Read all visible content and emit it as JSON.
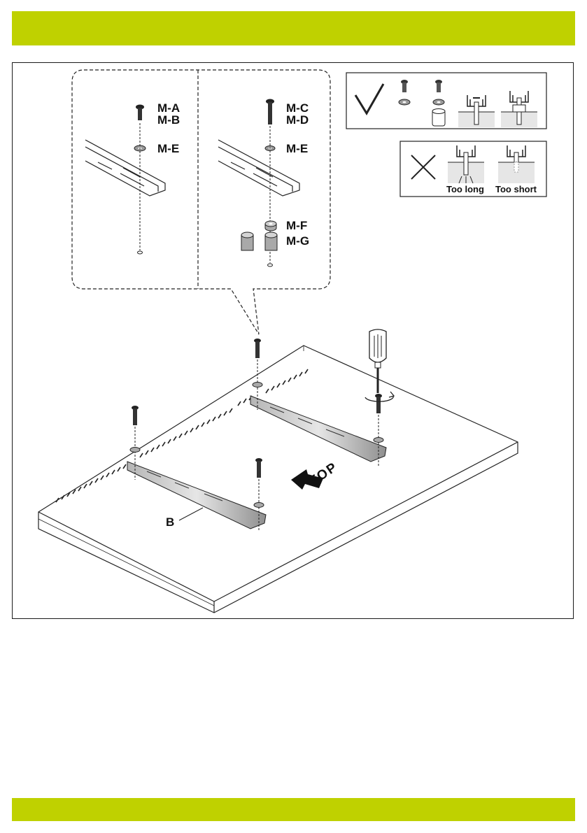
{
  "labels": {
    "m_a": "M-A",
    "m_b": "M-B",
    "m_e_left": "M-E",
    "m_c": "M-C",
    "m_d": "M-D",
    "m_e_right": "M-E",
    "m_f": "M-F",
    "m_g": "M-G",
    "too_long": "Too long",
    "too_short": "Too short",
    "top": "TOP",
    "bracket_b": "B"
  },
  "colors": {
    "accent_bar": "#bfd100",
    "line": "#1a1a1a",
    "metal": "#8a8a8a"
  },
  "icons": {
    "correct": "check-mark-icon",
    "incorrect": "cross-mark-icon",
    "tool": "screwdriver-icon",
    "direction": "arrow-icon"
  }
}
